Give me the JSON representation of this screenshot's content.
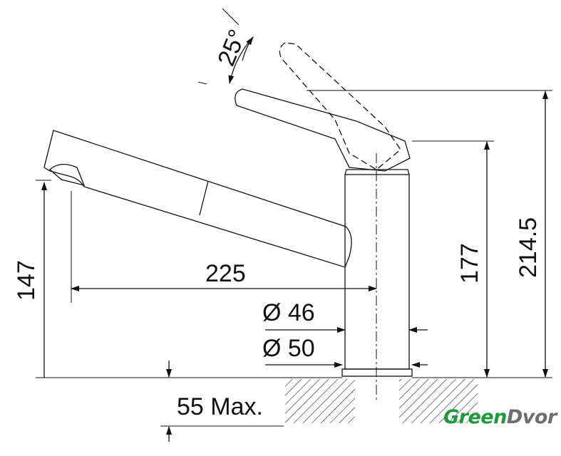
{
  "dimensions": {
    "lever_angle": "25°",
    "spout_height": "147",
    "spout_reach": "225",
    "column_diameter": "Ø 46",
    "base_diameter": "Ø 50",
    "column_height": "177",
    "total_height": "214.5",
    "countertop_thickness": "55 Max."
  },
  "logo": {
    "part1": "Green",
    "part2": "Dvor",
    "color1": "#1e9a3c",
    "color2": "#6d6d6d"
  }
}
